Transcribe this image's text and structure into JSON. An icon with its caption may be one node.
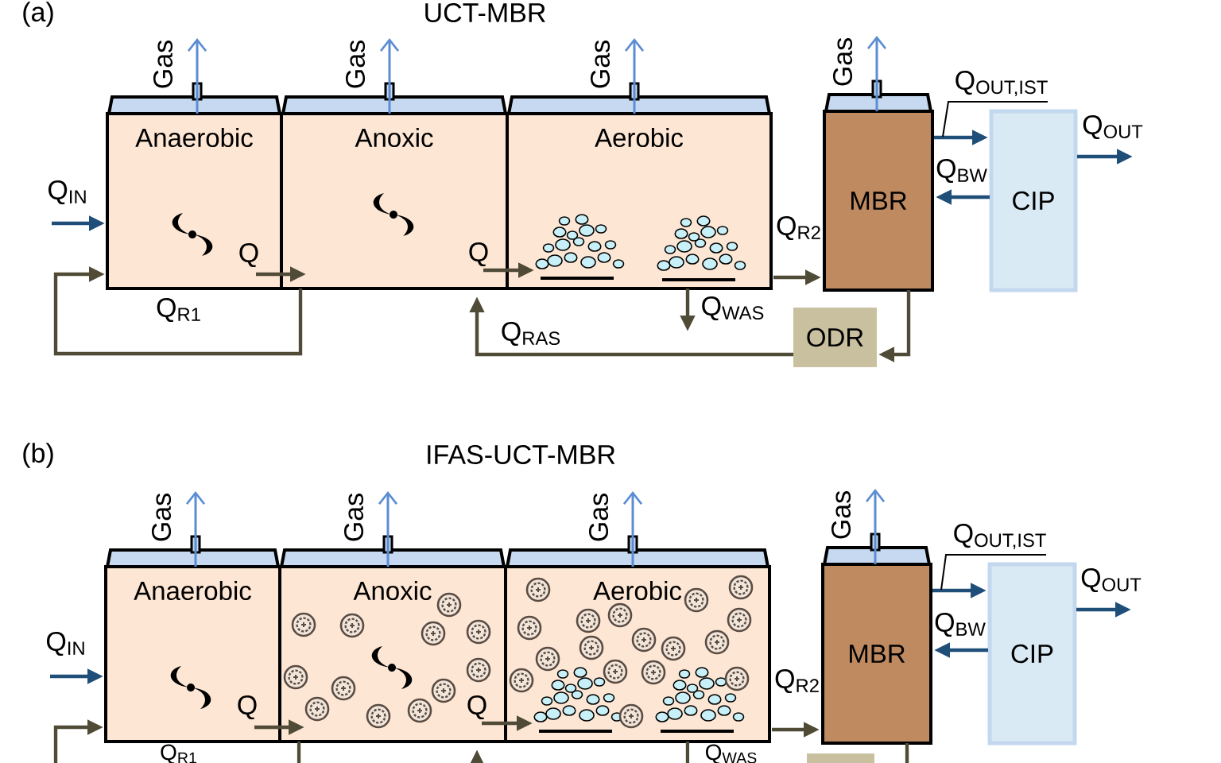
{
  "diagram": {
    "nodes": [
      {
        "text": [
          "Anaerobic"
        ]
      },
      {
        "text": [
          "Anoxic"
        ]
      },
      {
        "text": [
          "Aerobic"
        ]
      },
      {
        "text": [
          "MBR"
        ]
      },
      {
        "text": [
          "CIP"
        ]
      },
      {
        "text": [
          "ODR"
        ]
      },
      {
        "text": [
          "Anaerobic"
        ]
      },
      {
        "text": [
          "Anoxic"
        ]
      },
      {
        "text": [
          "Aerobic"
        ]
      },
      {
        "text": [
          "MBR"
        ]
      },
      {
        "text": [
          "CIP"
        ]
      },
      {
        "text": [],
        "shape": "box"
      }
    ],
    "edges": [
      {
        "from": null,
        "to": 0,
        "arrow": "to",
        "label": "Q$_{IN}$",
        "color": "#1f4e79"
      },
      {
        "from": 0,
        "to": 1,
        "arrow": "to",
        "label": "Q"
      },
      {
        "from": 1,
        "to": 0,
        "arrow": "to",
        "label": "Q$_{R1}$"
      },
      {
        "from": 1,
        "to": 2,
        "arrow": "to",
        "label": "Q"
      },
      {
        "from": 2,
        "to": 3,
        "arrow": "to",
        "label": "Q$_{R2}$"
      },
      {
        "from": 2,
        "to": null,
        "arrow": "to",
        "label": "Q$_{WAS}$"
      },
      {
        "from": 3,
        "to": 5,
        "arrow": "to"
      },
      {
        "from": 5,
        "to": 1,
        "arrow": "to",
        "label": "Q$_{RAS}$"
      },
      {
        "from": 3,
        "to": 4,
        "arrow": "to",
        "label": "Q$_{OUT,IST}$",
        "color": "#1f4e79"
      },
      {
        "from": 4,
        "to": 3,
        "arrow": "to",
        "label": "Q$_{BW}$",
        "color": "#1f4e79"
      },
      {
        "from": 4,
        "to": null,
        "arrow": "to",
        "label": "Q$_{OUT}$",
        "color": "#1f4e79"
      },
      {
        "from": 0,
        "to": null,
        "arrow": "to",
        "label": "Gas",
        "color": "#5b8dd3"
      },
      {
        "from": 1,
        "to": null,
        "arrow": "to",
        "label": "Gas",
        "color": "#5b8dd3"
      },
      {
        "from": 2,
        "to": null,
        "arrow": "to",
        "label": "Gas",
        "color": "#5b8dd3"
      },
      {
        "from": 3,
        "to": null,
        "arrow": "to",
        "label": "Gas",
        "color": "#5b8dd3"
      },
      {
        "from": null,
        "to": 6,
        "arrow": "to",
        "label": "Q$_{IN}$",
        "color": "#1f4e79"
      },
      {
        "from": 6,
        "to": 7,
        "arrow": "to",
        "label": "Q"
      },
      {
        "from": null,
        "to": 6,
        "arrow": "to",
        "label": "Q$_{R1}$"
      },
      {
        "from": 7,
        "to": null,
        "arrow": "none"
      },
      {
        "from": 7,
        "to": 8,
        "arrow": "to",
        "label": "Q"
      },
      {
        "from": 8,
        "to": 9,
        "arrow": "to",
        "label": "Q$_{R2}$"
      },
      {
        "from": 8,
        "to": null,
        "arrow": "none",
        "label": "Q$_{WAS}$"
      },
      {
        "from": null,
        "to": 7,
        "arrow": "to"
      },
      {
        "from": 9,
        "to": null,
        "arrow": "none"
      },
      {
        "from": 9,
        "to": 10,
        "arrow": "to",
        "label": "Q$_{OUT,IST}$",
        "color": "#1f4e79"
      },
      {
        "from": 10,
        "to": 9,
        "arrow": "to",
        "label": "Q$_{BW}$",
        "color": "#1f4e79"
      },
      {
        "from": 10,
        "to": null,
        "arrow": "to",
        "label": "Q$_{OUT}$",
        "color": "#1f4e79"
      },
      {
        "from": 6,
        "to": null,
        "arrow": "to",
        "label": "Gas",
        "color": "#5b8dd3"
      },
      {
        "from": 7,
        "to": null,
        "arrow": "to",
        "label": "Gas",
        "color": "#5b8dd3"
      },
      {
        "from": 8,
        "to": null,
        "arrow": "to",
        "label": "Gas",
        "color": "#5b8dd3"
      },
      {
        "from": 9,
        "to": null,
        "arrow": "to",
        "label": "Gas",
        "color": "#5b8dd3"
      }
    ],
    "labels": [
      "(a)",
      "UCT-MBR",
      "(b)",
      "IFAS-UCT-MBR"
    ]
  }
}
